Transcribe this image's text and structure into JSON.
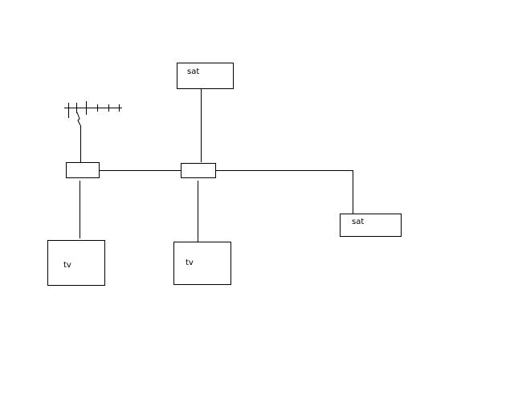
{
  "diagram": {
    "labels": {
      "sat_top": "sat",
      "sat_right": "sat",
      "tv_left": "tv",
      "tv_middle": "tv"
    },
    "colors": {
      "line": "#000000",
      "background": "#ffffff"
    },
    "icons": [
      "antenna-icon"
    ]
  }
}
